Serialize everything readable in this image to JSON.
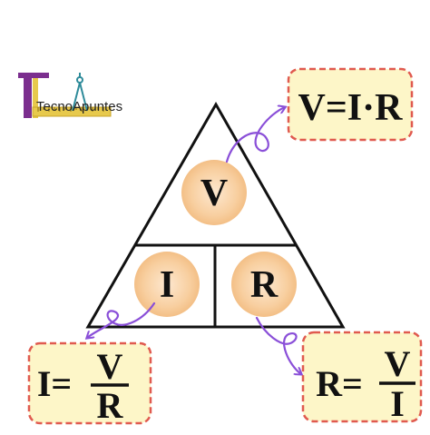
{
  "logo": {
    "brand_text": "TecnoApuntes",
    "colors": {
      "bar_left": "#7b2e8e",
      "bar_right": "#2e8b9a",
      "ruler": "#e7c94c",
      "text": "#222222"
    }
  },
  "triangle": {
    "top_letter": "V",
    "bottom_left_letter": "I",
    "bottom_right_letter": "R",
    "circle_fill": "#f6c99a",
    "circle_highlight": "#fbe4c8"
  },
  "formulas": {
    "v": {
      "text": "V=I·R"
    },
    "i": {
      "lhs": "I=",
      "numerator": "V",
      "denominator": "R"
    },
    "r": {
      "lhs": "R=",
      "numerator": "V",
      "denominator": "I"
    }
  },
  "colors": {
    "box_fill": "#fdf6c8",
    "box_border": "#e05a4f",
    "arrow": "#8a4fd8",
    "text": "#111111"
  }
}
